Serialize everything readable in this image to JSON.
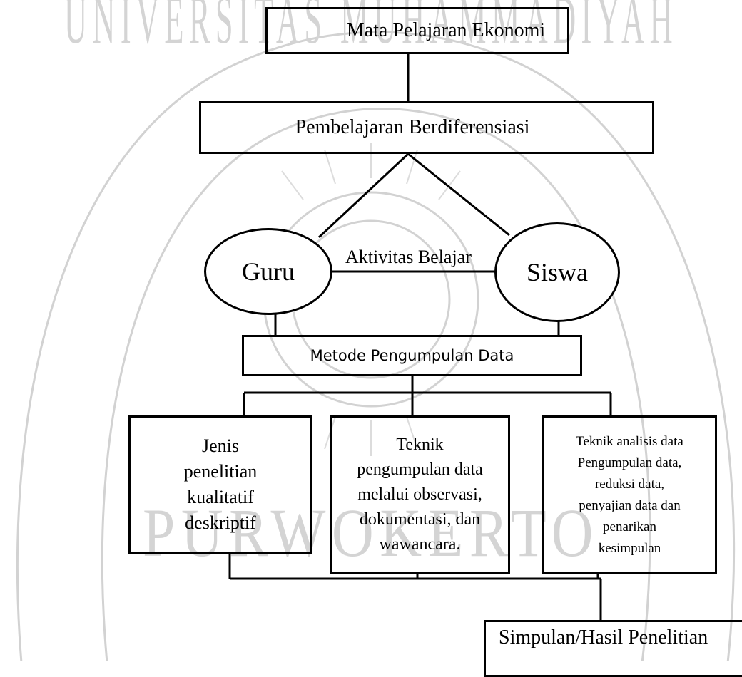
{
  "watermark": {
    "ring_text_top": "UNIVERSITAS MUHAMMADIYAH",
    "ring_text_bottom": "PURWOKERTO"
  },
  "nodes": {
    "subject": "Mata Pelajaran Ekonomi",
    "approach": "Pembelajaran Berdiferensiasi",
    "teacher": "Guru",
    "student": "Siswa",
    "activity": "Aktivitas Belajar",
    "method": "Metode Pengumpulan Data",
    "research_type": [
      "Jenis",
      "penelitian",
      "kualitatif",
      "deskriptif"
    ],
    "collection_technique": [
      "Teknik",
      "pengumpulan data",
      "melalui observasi,",
      "dokumentasi, dan",
      "wawancara."
    ],
    "analysis_technique": [
      "Teknik analisis data",
      "Pengumpulan data,",
      "reduksi data,",
      "penyajian data dan",
      "penarikan",
      "kesimpulan"
    ],
    "conclusion": "Simpulan/Hasil Penelitian"
  }
}
